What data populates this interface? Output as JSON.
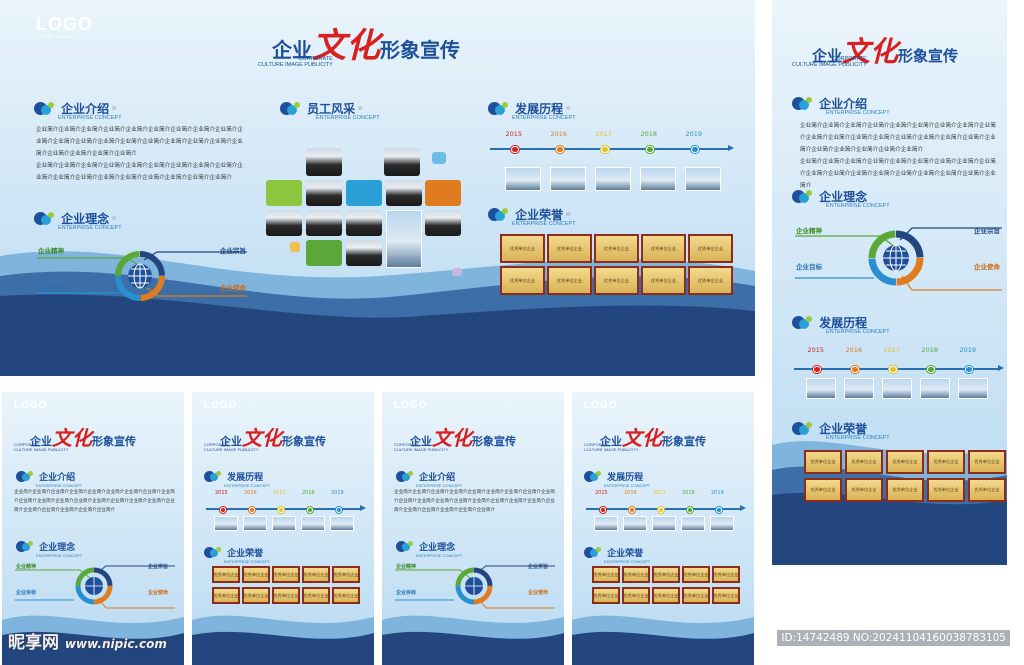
{
  "brand": {
    "logo": "LOGO",
    "logo_sub": "YOUR NAME",
    "title_prefix": "企业",
    "title_accent": "文化",
    "title_suffix": "形象宣传",
    "title_en1": "CORPORATE",
    "title_en2": "CULTURE IMAGE PUBLICITY"
  },
  "sections": {
    "intro": {
      "title": "企业介绍",
      "en": "ENTERPRISE CONCEPT"
    },
    "staff": {
      "title": "员工风采",
      "en": "ENTERPRISE CONCEPT"
    },
    "history": {
      "title": "发展历程",
      "en": "ENTERPRISE CONCEPT"
    },
    "idea": {
      "title": "企业理念",
      "en": "ENTERPRISE CONCEPT"
    },
    "honor": {
      "title": "企业荣誉",
      "en": "ENTERPRISE CONCEPT"
    }
  },
  "intro_text": {
    "p1": "企业简介企业简介企业简介企业简介企业简介企业简介企业简介企业简介企业简介企业简介企业简介企业简介企业简介企业简介企业简介企业简介企业简介企业简介企业简介企业简介企业简介企业简介企业简介",
    "p2": "企业简介企业简介企业简介企业简介企业简介企业简介企业简介企业简介企业简介企业简介企业简介企业简介企业简介企业简介企业简介企业简介企业简介企业简介"
  },
  "concept": {
    "spirit": "企业精神",
    "purpose": "企业宗旨",
    "goal": "企业目标",
    "mission": "企业使命"
  },
  "years": [
    "2015",
    "2016",
    "2017",
    "2018",
    "2019"
  ],
  "year_colors": [
    "#d7201f",
    "#e07b1f",
    "#e2c42a",
    "#5aa83a",
    "#2a8fd0"
  ],
  "award_label": "优秀单位企业",
  "colors": {
    "navy": "#23467f",
    "blue": "#1d4f9a",
    "red": "#d7201f",
    "orange": "#e07b1f",
    "green": "#5aa83a",
    "sky": "#2a8fd0"
  },
  "watermark": {
    "site": "昵享网",
    "url": "www.nipic.com",
    "id": "ID:14742489 NO:20241104160038783105"
  }
}
